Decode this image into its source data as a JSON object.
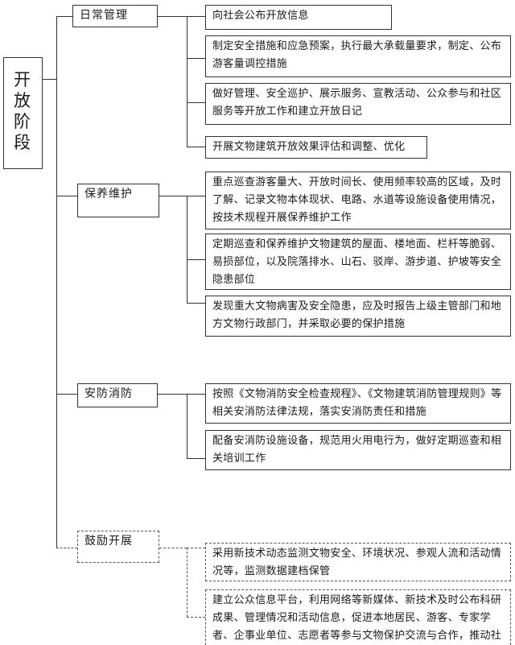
{
  "root": {
    "chars": [
      "开",
      "放",
      "阶",
      "段"
    ]
  },
  "categories": [
    {
      "label": "日常管理",
      "items": [
        "向社会公布开放信息",
        "制定安全措施和应急预案，执行最大承载量要求，制定、公布游客量调控措施",
        "做好管理、安全巡护、展示服务、宣教活动、公众参与和社区服务等开放工作和建立开放日记",
        "开展文物建筑开放效果评估和调整、优化"
      ]
    },
    {
      "label": "保养维护",
      "items": [
        "重点巡查游客量大、开放时间长、使用频率较高的区域，及时了解、记录文物本体现状、电路、水道等设施设备使用情况，按技术规程开展保养维护工作",
        "定期巡查和保养维护文物建筑的屋面、楼地面、栏杆等脆弱、易损部位，以及院落排水、山石、驳岸、游步道、护坡等安全隐患部位",
        "发现重大文物病害及安全隐患，应及时报告上级主管部门和地方文物行政部门，并采取必要的保护措施"
      ]
    },
    {
      "label": "安防消防",
      "items": [
        "按照《文物消防安全检查规程》、《文物建筑消防管理规则》等相关安消防法律法规，落实安消防责任和措施",
        "配备安消防设施设备，规范用火用电行为，做好定期巡查和相关培训工作"
      ]
    },
    {
      "label": "鼓励开展",
      "items": [
        "采用新技术动态监测文物安全、环境状况、参观人流和活动情况等，监测数据建档保管",
        "建立公众信息平台，利用网络等新媒体、新技术及时公布科研成果、管理情况和活动信息，促进本地居民、游客、专家学者、企事业单位、志愿者等参与文物保护交流与合作，推动社会化参与"
      ]
    }
  ]
}
